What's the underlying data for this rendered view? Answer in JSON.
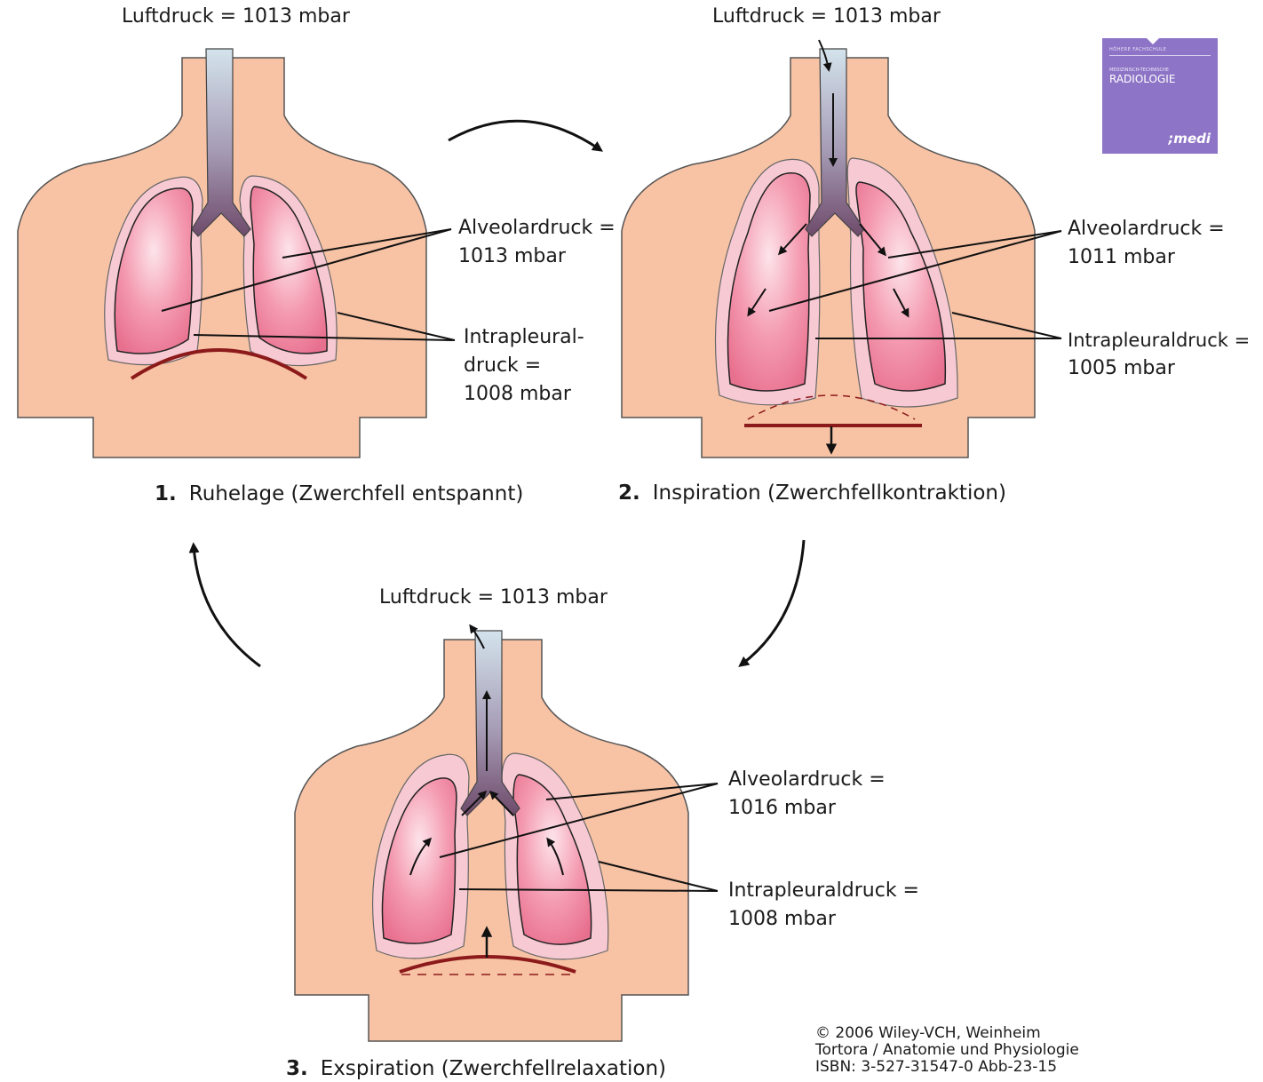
{
  "panels": [
    {
      "number": "1.",
      "caption": "Ruhelage (Zwerchfell entspannt)",
      "air_pressure": "Luftdruck = 1013 mbar",
      "alveolar_line1": "Alveolardruck =",
      "alveolar_line2": "1013 mbar",
      "pleural_line1": "Intrapleural-",
      "pleural_line2": "druck =",
      "pleural_line3": "1008 mbar"
    },
    {
      "number": "2.",
      "caption": "Inspiration (Zwerchfellkontraktion)",
      "air_pressure": "Luftdruck = 1013 mbar",
      "alveolar_line1": "Alveolardruck =",
      "alveolar_line2": "1011 mbar",
      "pleural_line1": "Intrapleuraldruck =",
      "pleural_line2": "1005 mbar"
    },
    {
      "number": "3.",
      "caption": "Exspiration (Zwerchfellrelaxation)",
      "air_pressure": "Luftdruck = 1013 mbar",
      "alveolar_line1": "Alveolardruck =",
      "alveolar_line2": "1016 mbar",
      "pleural_line1": "Intrapleuraldruck =",
      "pleural_line2": "1008 mbar"
    }
  ],
  "copyright": {
    "line1": "© 2006 Wiley-VCH, Weinheim",
    "line2": "Tortora / Anatomie und Physiologie",
    "line3": "ISBN: 3-527-31547-0   Abb-23-15"
  },
  "book_cover": {
    "series": "HÖHERE FACHSCHULE",
    "subtitle": "MEDIZINISCH-TECHNISCHE",
    "title": "RADIOLOGIE",
    "brand": ";medi"
  },
  "colors": {
    "skin": "#f8c3a5",
    "pleura": "#f7c9d3",
    "lung": "#ef7f9a",
    "trachea_top": "#c9dbe6",
    "trachea_bottom": "#6e4a6a",
    "diaphragm": "#8c1a1a",
    "cover": "#8d74c6"
  }
}
